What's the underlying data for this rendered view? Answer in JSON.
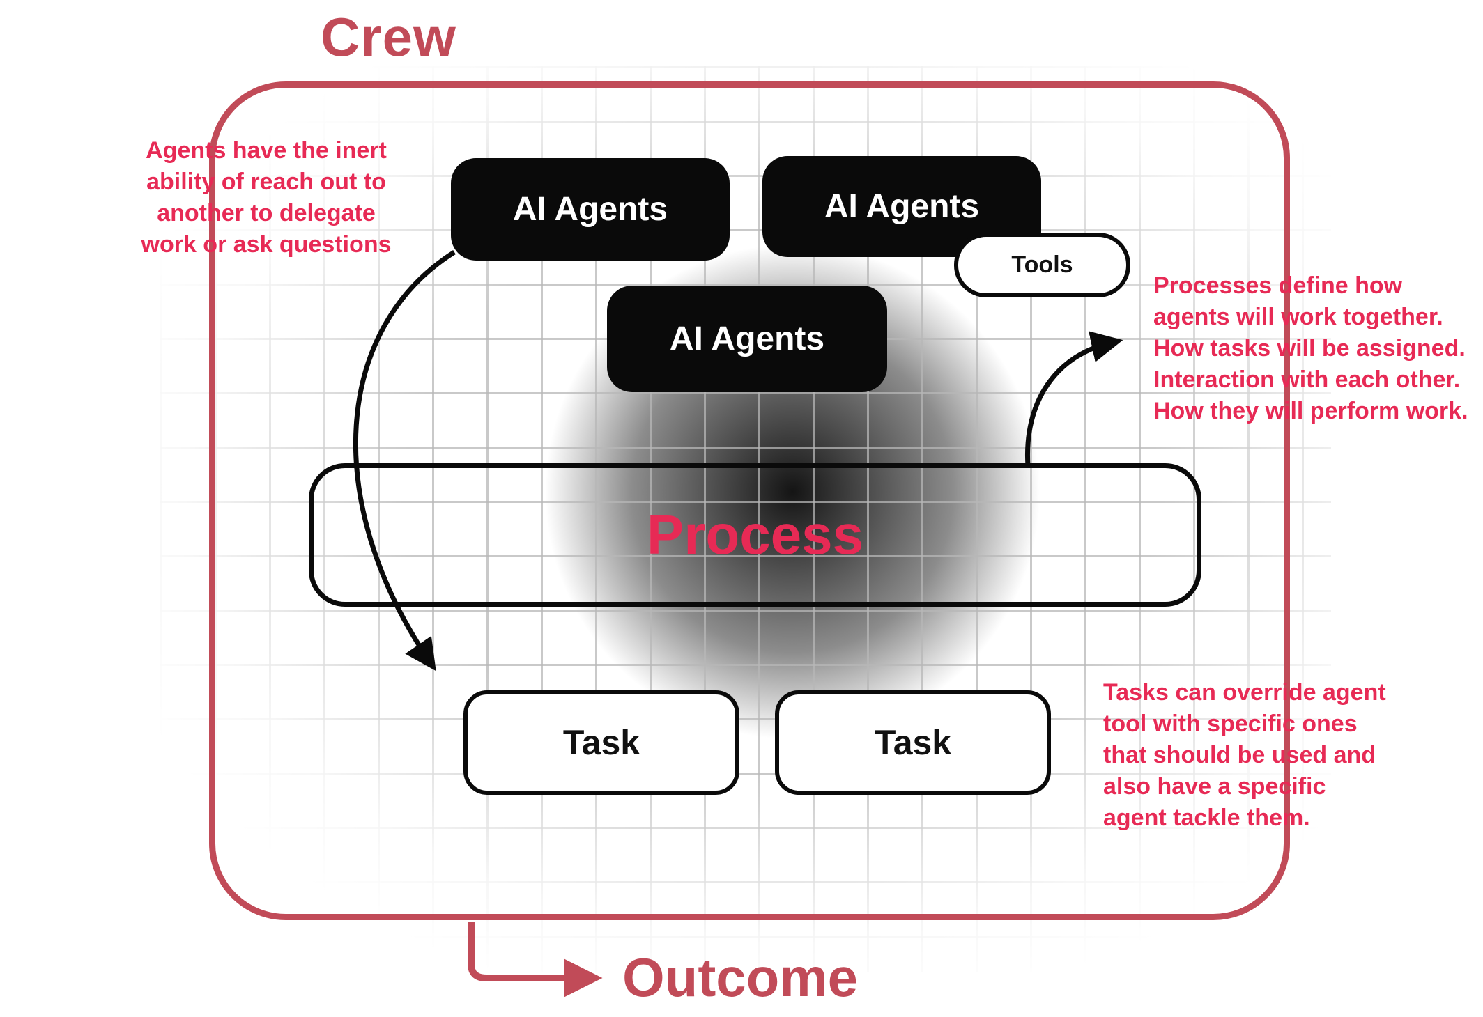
{
  "title": "Crew",
  "outcome_label": "Outcome",
  "nodes": {
    "agent_top_left": "AI Agents",
    "agent_top_right": "AI Agents",
    "agent_middle": "AI Agents",
    "tools": "Tools",
    "process": "Process",
    "task_left": "Task",
    "task_right": "Task"
  },
  "annotations": {
    "agents_note": "Agents have the inert\nability of reach out to\nanother to delegate\nwork or ask questions",
    "process_note": "Processes define how\nagents will work together.\nHow tasks will be assigned.\nInteraction with each other.\nHow they will perform work.",
    "tasks_note": "Tasks can override agent\ntool with specific ones\nthat should be used and\nalso have a specific\nagent tackle them."
  },
  "colors": {
    "brand_dark": "#c14b58",
    "brand_bright": "#e72a55",
    "node_black": "#0a0a0a",
    "grid_line": "#b7b7b7"
  }
}
